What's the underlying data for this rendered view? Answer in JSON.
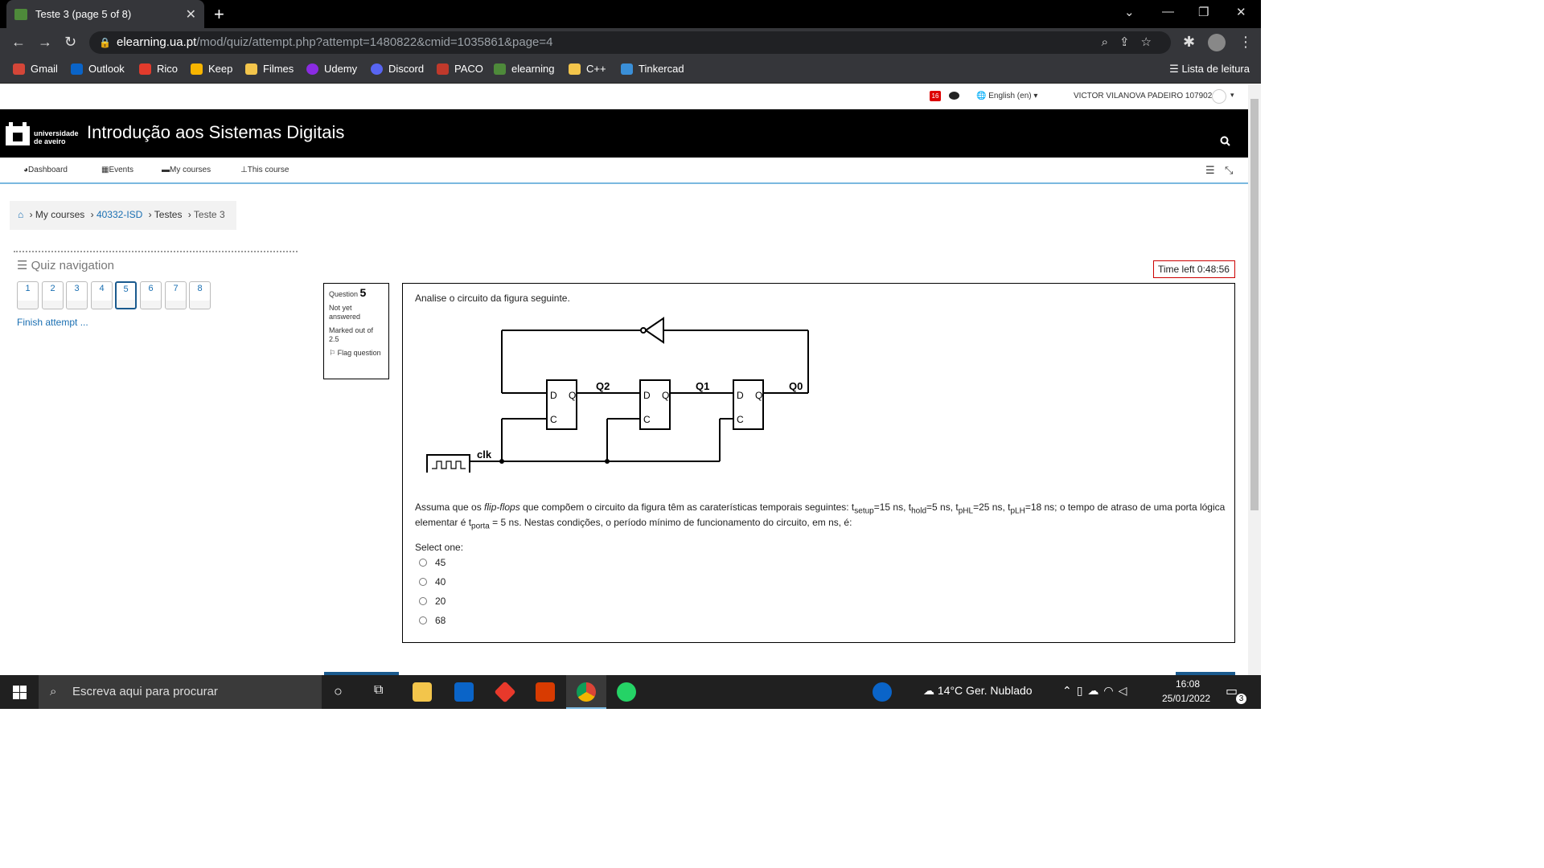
{
  "browser": {
    "tab_title": "Teste 3 (page 5 of 8)",
    "url_host": "elearning.ua.pt",
    "url_path": "/mod/quiz/attempt.php?attempt=1480822&cmid=1035861&page=4",
    "bookmarks": [
      "Gmail",
      "Outlook",
      "Rico",
      "Keep",
      "Filmes",
      "Udemy",
      "Discord",
      "PACO",
      "elearning",
      "C++",
      "Tinkercad"
    ],
    "reading_list": "Lista de leitura"
  },
  "userbar": {
    "notif_count": "16",
    "language": "English (en)",
    "user_name": "VICTOR VILANOVA PADEIRO 107902"
  },
  "banner": {
    "logo_line1": "universidade",
    "logo_line2": "de aveiro",
    "course_title": "Introdução aos Sistemas Digitais"
  },
  "nav": {
    "dashboard": "Dashboard",
    "events": "Events",
    "my_courses": "My courses",
    "this_course": "This course"
  },
  "breadcrumb": {
    "items": [
      "My courses",
      "40332-ISD",
      "Testes",
      "Teste 3"
    ]
  },
  "quiz_nav": {
    "title": "Quiz navigation",
    "buttons": [
      "1",
      "2",
      "3",
      "4",
      "5",
      "6",
      "7",
      "8"
    ],
    "current": "5",
    "finish": "Finish attempt ..."
  },
  "timer": "Time left 0:48:56",
  "question_info": {
    "label": "Question",
    "number": "5",
    "status": "Not yet answered",
    "marked": "Marked out of 2.5",
    "flag": "Flag question"
  },
  "question": {
    "intro": "Analise o circuito da figura seguinte.",
    "circuit_labels": {
      "q2": "Q2",
      "q1": "Q1",
      "q0": "Q0",
      "clk": "clk",
      "d": "D",
      "q": "Q",
      "c": "C"
    },
    "body_part1": "Assuma que os ",
    "body_italic": "flip-flops",
    "body_part2": " que compõem o circuito da figura têm as caraterísticas temporais seguintes: t",
    "sub_setup": "setup",
    "body_part3": "=15 ns, t",
    "sub_hold": "hold",
    "body_part4": "=5 ns, t",
    "sub_phl": "pHL",
    "body_part5": "=25 ns, t",
    "sub_plh": "pLH",
    "body_part6": "=18 ns; o tempo de atraso de uma porta lógica elementar é t",
    "sub_porta": "porta",
    "body_part7": " = 5 ns. Nestas condições, o período mínimo de funcionamento do circuito, em ns, é:",
    "select_one": "Select one:",
    "options": [
      "45",
      "40",
      "20",
      "68"
    ]
  },
  "taskbar": {
    "search_placeholder": "Escreva aqui para procurar",
    "weather": "14°C  Ger. Nublado",
    "time": "16:08",
    "date": "25/01/2022",
    "notif_count": "3"
  }
}
